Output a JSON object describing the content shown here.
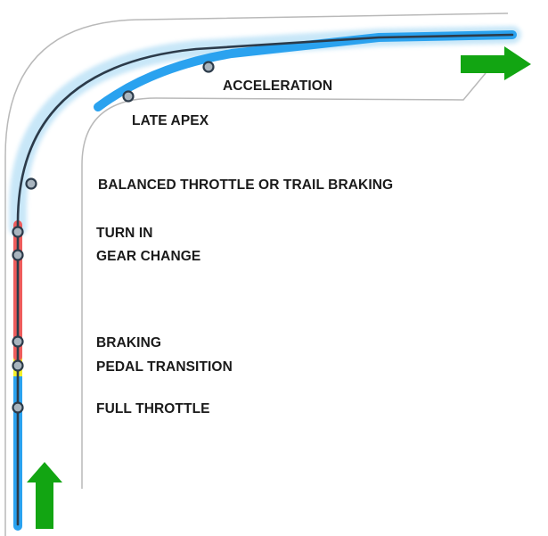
{
  "diagram": {
    "labels": {
      "acceleration": "ACCELERATION",
      "late_apex": "LATE APEX",
      "balanced": "BALANCED THROTTLE OR TRAIL BRAKING",
      "turn_in": "TURN IN",
      "gear_change": "GEAR CHANGE",
      "braking": "BRAKING",
      "pedal_transition": "PEDAL TRANSITION",
      "full_throttle": "FULL THROTTLE"
    },
    "colors": {
      "track_edge": "#b9b9b9",
      "throttle": "#2aa2ef",
      "throttle_glow": "#bfe3f7",
      "braking": "#ee5c5c",
      "transition": "#f2ee2a",
      "racing_line": "#2c3b4a",
      "marker_fill": "#a9b5bf",
      "direction_arrow": "#12a512"
    },
    "icons": {
      "entry_arrow": "arrow-up-icon",
      "exit_arrow": "arrow-right-icon"
    }
  }
}
